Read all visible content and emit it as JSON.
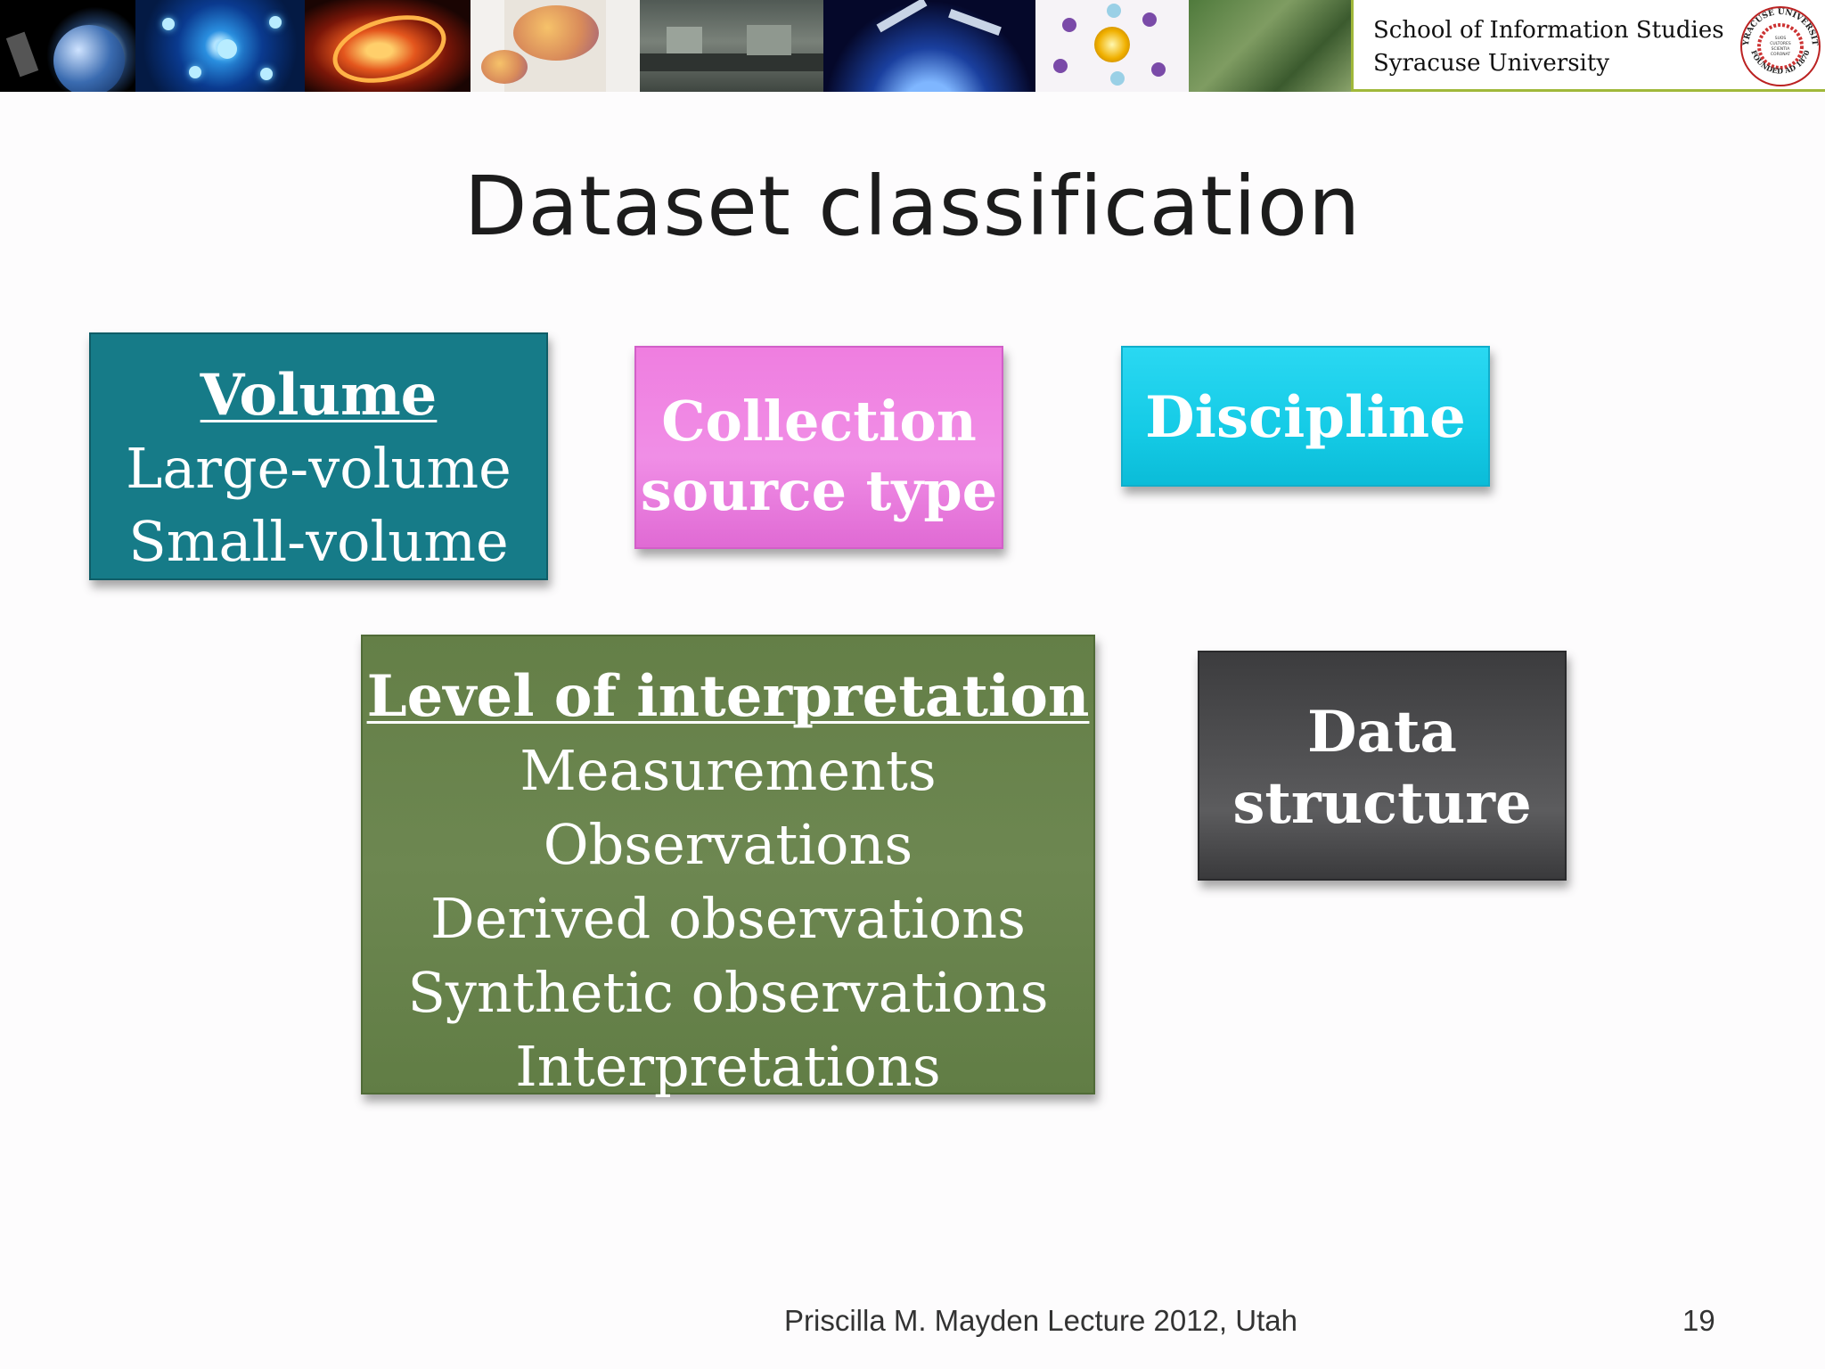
{
  "header": {
    "school_line1": "School of Information Studies",
    "school_line2": "Syracuse University",
    "seal": {
      "top_text": "SYRACUSE UNIVERSITY",
      "bottom_text": "FOUNDED AD 1870",
      "center_lines": [
        "SUOS",
        "CULTORES",
        "SCIENTIA",
        "CORONAT"
      ]
    },
    "banner_images": [
      "space-telescope",
      "network-globe",
      "plasma-swirl",
      "brain-diagram",
      "lab-room",
      "satellite-earth",
      "molecule",
      "satellite-terrain"
    ]
  },
  "slide": {
    "title": "Dataset classification",
    "volume": {
      "heading": "Volume",
      "items": [
        "Large-volume",
        "Small-volume"
      ]
    },
    "collection": {
      "line1": "Collection",
      "line2": "source type"
    },
    "discipline": {
      "label": "Discipline"
    },
    "interpretation": {
      "heading": "Level of interpretation",
      "items": [
        "Measurements",
        "Observations",
        "Derived observations",
        "Synthetic observations",
        "Interpretations"
      ]
    },
    "data_structure": {
      "line1": "Data",
      "line2": "structure"
    }
  },
  "footer": {
    "text": "Priscilla M. Mayden Lecture 2012, Utah",
    "page_number": "19"
  },
  "colors": {
    "volume_box": "#167b88",
    "collection_box": "#ef7ee0",
    "discipline_box": "#15cbe6",
    "interpretation_box": "#6d8751",
    "data_structure_box": "#4e4e50",
    "header_accent": "#a0b83a"
  }
}
